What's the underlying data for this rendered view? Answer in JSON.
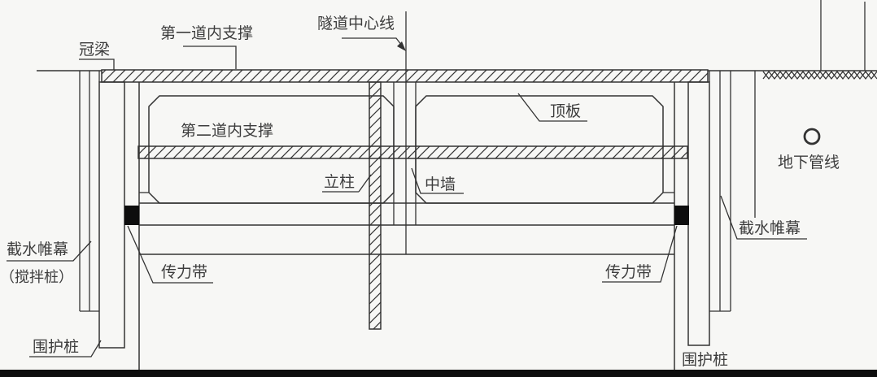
{
  "labels": {
    "crown_beam": "冠梁",
    "first_inner_support": "第一道内支撑",
    "tunnel_center_line": "隧道中心线",
    "roof_slab": "顶板",
    "second_inner_support": "第二道内支撑",
    "column": "立柱",
    "middle_wall": "中墙",
    "underground_pipeline": "地下管线",
    "water_cutoff_curtain_left": "截水帷幕",
    "mixing_pile_note": "（搅拌桩）",
    "force_transfer_band_left": "传力带",
    "force_transfer_band_right": "传力带",
    "retaining_pile_left": "围护桩",
    "retaining_pile_right": "围护桩",
    "water_cutoff_curtain_right": "截水帷幕"
  },
  "colors": {
    "line": "#333333",
    "text": "#3d3d3d",
    "solid_fill": "#0d0d0d",
    "background": "#f7f7f5",
    "bottom_bar": "#0d0d0d"
  }
}
